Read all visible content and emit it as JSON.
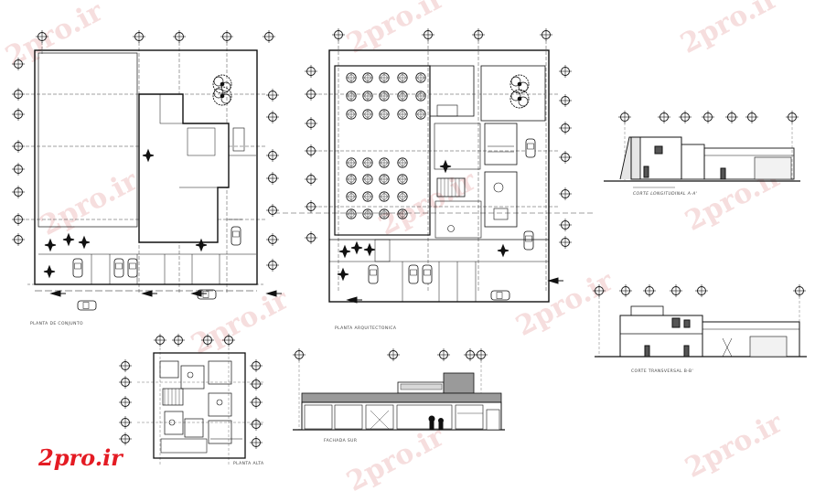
{
  "brand": {
    "logo_text": "2pro.ir",
    "watermark": "2pro.ir",
    "accent": "#e41b23"
  },
  "drawings": {
    "site_plan_title": "PLANTA DE CONJUNTO",
    "architectural_plan_title": "PLANTA ARQUITECTONICA",
    "upper_floor_title": "PLANTA ALTA",
    "facade_title": "FACHADA SUR",
    "longitudinal_section_title": "CORTE LONGITUDINAL A-A'",
    "cross_section_title": "CORTE TRANSVERSAL B-B'"
  },
  "colors": {
    "line": "#111111",
    "fill_gray": "#9a9a9a",
    "watermark": "#f6dede"
  }
}
